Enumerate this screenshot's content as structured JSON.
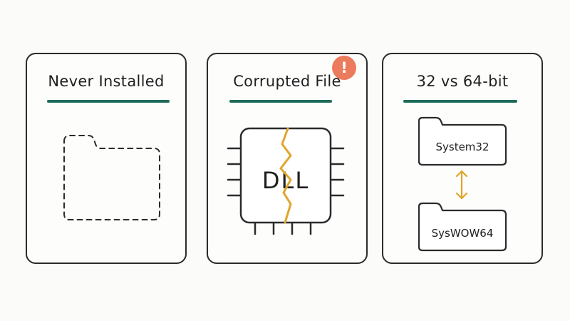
{
  "cards": [
    {
      "title": "Never Installed"
    },
    {
      "title": "Corrupted File",
      "chip_label": "DLL",
      "badge": "!"
    },
    {
      "title": "32 vs 64-bit",
      "folders": [
        "System32",
        "SysWOW64"
      ]
    }
  ],
  "colors": {
    "accent_underline": "#1e6b5a",
    "crack": "#e0a52a",
    "warning_badge": "#ec7a5c",
    "arrow": "#e0a52a",
    "outline": "#2b2b2b"
  },
  "icons": [
    "dashed-folder-icon",
    "dll-chip-icon",
    "warning-icon",
    "folder-icon",
    "double-arrow-icon"
  ]
}
